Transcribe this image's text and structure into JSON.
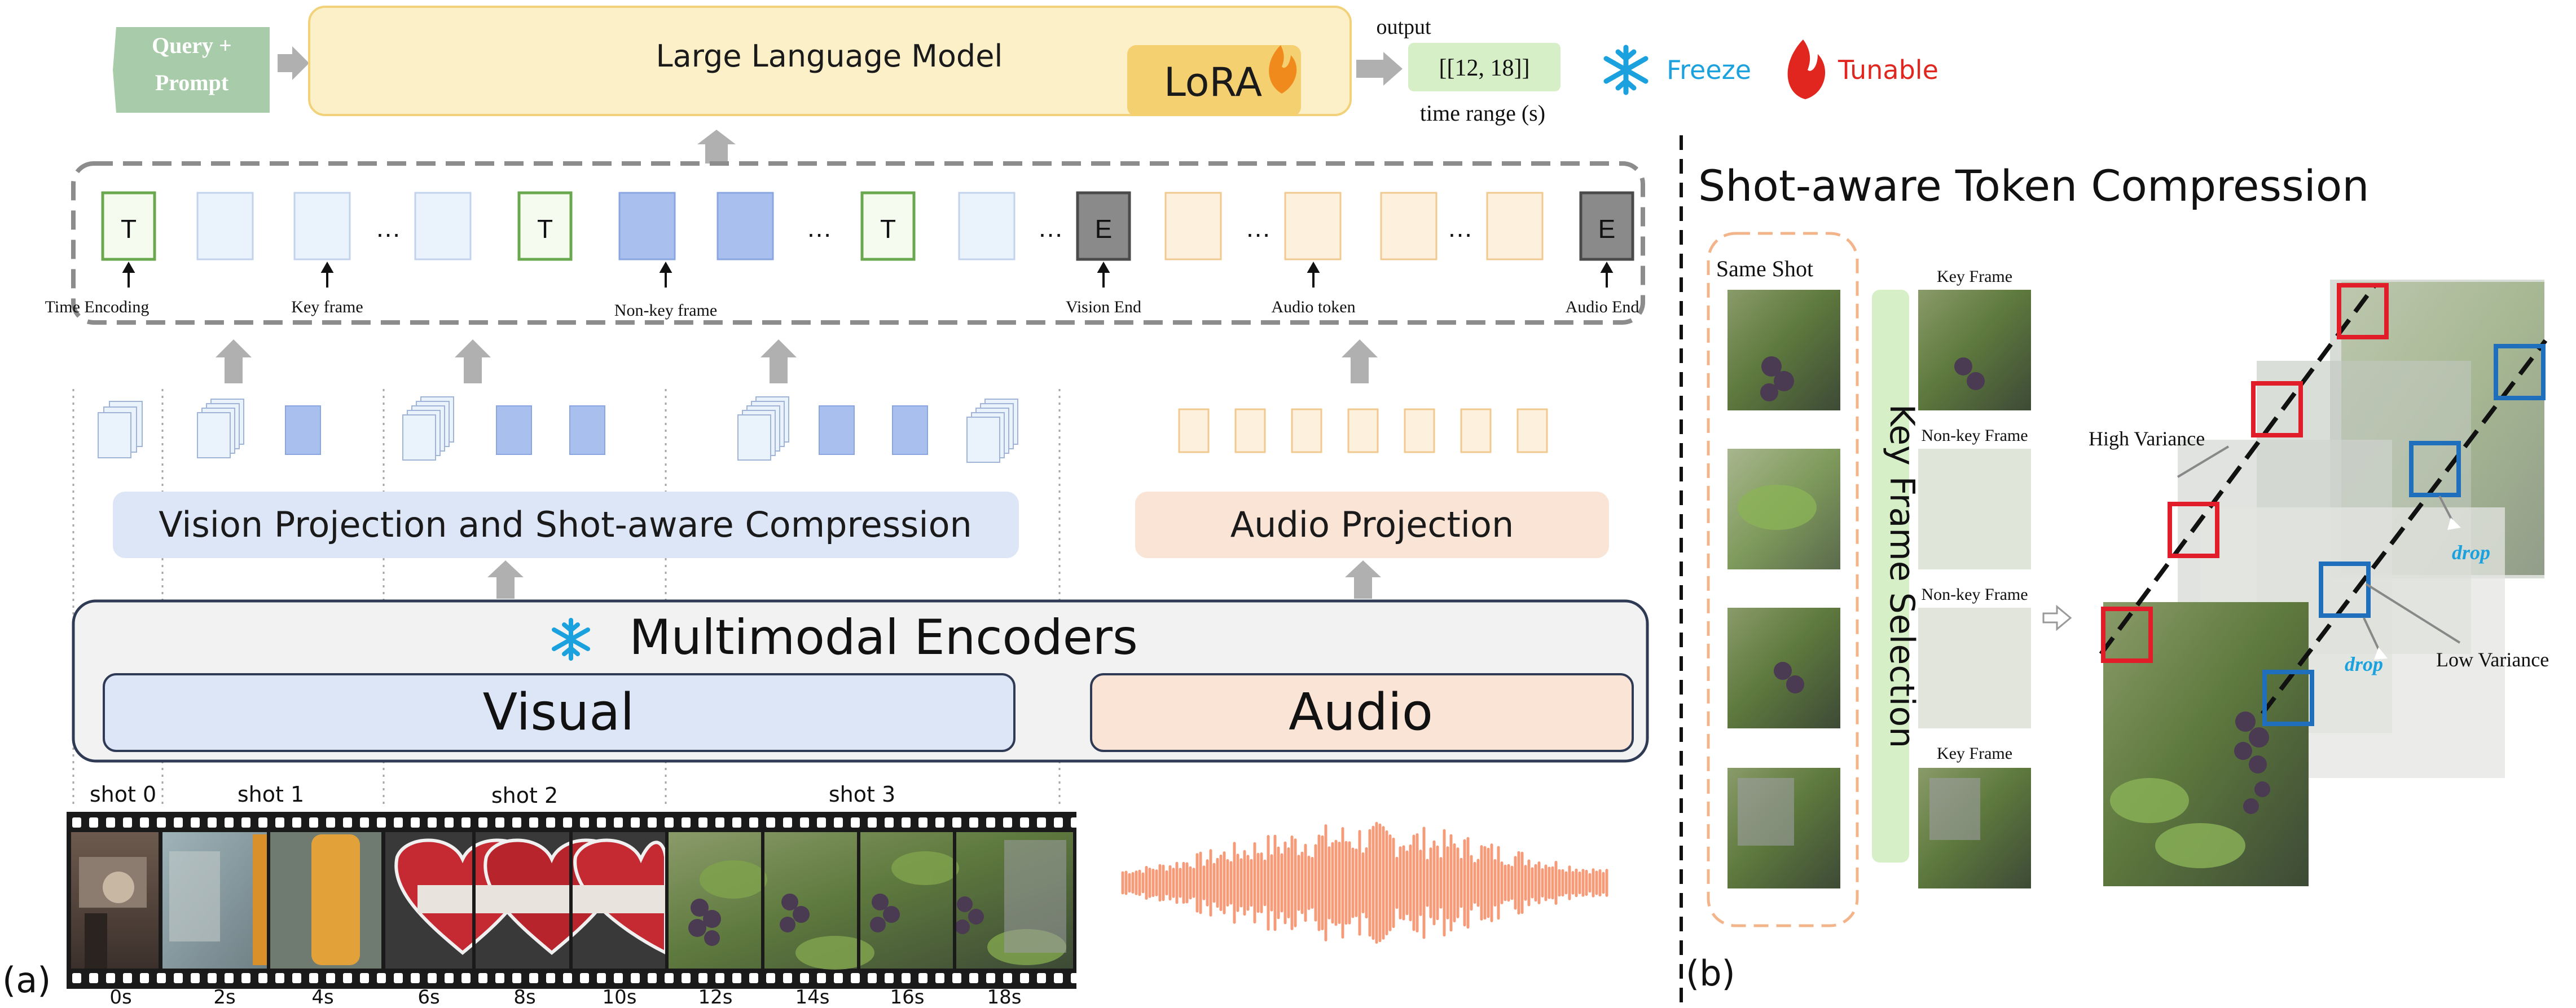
{
  "panel_a": {
    "label": "(a)",
    "query_prompt_line1": "Query +",
    "query_prompt_line2": "Prompt",
    "llm_label": "Large Language Model",
    "lora_label": "LoRA",
    "output_label": "output",
    "output_value": "[[12, 18]]",
    "time_range_label": "time range (s)",
    "legend": {
      "freeze": "Freeze",
      "tunable": "Tunable"
    },
    "tokens": {
      "T": "T",
      "E": "E",
      "dots": "…",
      "time_encoding": "Time Encoding",
      "key_frame": "Key frame",
      "non_key_frame": "Non-key frame",
      "vision_end": "Vision End",
      "audio_token": "Audio token",
      "audio_end": "Audio End"
    },
    "vision_projection": "Vision Projection and Shot-aware  Compression",
    "audio_projection": "Audio Projection",
    "multimodal_encoders": "Multimodal Encoders",
    "visual": "Visual",
    "audio": "Audio",
    "shots": [
      "shot 0",
      "shot 1",
      "shot 2",
      "shot 3"
    ],
    "timestamps": [
      "0s",
      "2s",
      "4s",
      "6s",
      "8s",
      "10s",
      "12s",
      "14s",
      "16s",
      "18s"
    ]
  },
  "panel_b": {
    "label": "(b)",
    "title": "Shot-aware Token Compression",
    "same_shot": "Same Shot",
    "key_frame_selection": "Key Frame Selection",
    "frame_labels": [
      "Key Frame",
      "Non-key Frame",
      "Non-key Frame",
      "Key Frame"
    ],
    "high_variance": "High Variance",
    "low_variance": "Low Variance",
    "drop": "drop"
  },
  "colors": {
    "llm_fill": "#fcf0c8",
    "lora_fill": "#f5d071",
    "query_fill": "#a8ccaa",
    "output_fill": "#d7efc6",
    "key_token": "#eaf2fc",
    "nonkey_token": "#a9c0ef",
    "audio_token": "#fdf1de",
    "end_token": "#8a8a8a",
    "vision_proj_fill": "#dce6f6",
    "audio_proj_fill": "#f9e4d6",
    "freeze_blue": "#1ba2de",
    "tunable_red": "#e0261f",
    "waveform": "#f49b7a",
    "red_box": "#e11d2a",
    "blue_box": "#1f6fbd"
  }
}
